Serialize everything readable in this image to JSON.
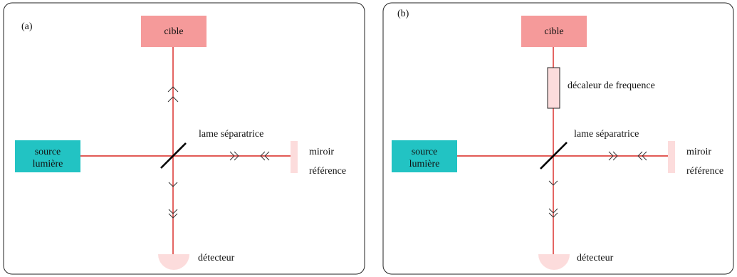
{
  "colors": {
    "target": "#f59a9a",
    "source": "#22c3c3",
    "mirror": "#fcdcdc",
    "detector": "#fcdcdc",
    "shifter": "#fcdcdc",
    "beam": "#d9231f"
  },
  "panels": [
    {
      "tag": "(a)",
      "target": "cible",
      "splitter": "lame séparatrice",
      "source_line1": "source",
      "source_line2": "lumière",
      "mirror_line1": "miroir",
      "mirror_line2": "référence",
      "detector": "détecteur"
    },
    {
      "tag": "(b)",
      "target": "cible",
      "shifter": "décaleur de frequence",
      "splitter": "lame séparatrice",
      "source_line1": "source",
      "source_line2": "lumière",
      "mirror_line1": "miroir",
      "mirror_line2": "référence",
      "detector": "détecteur"
    }
  ]
}
